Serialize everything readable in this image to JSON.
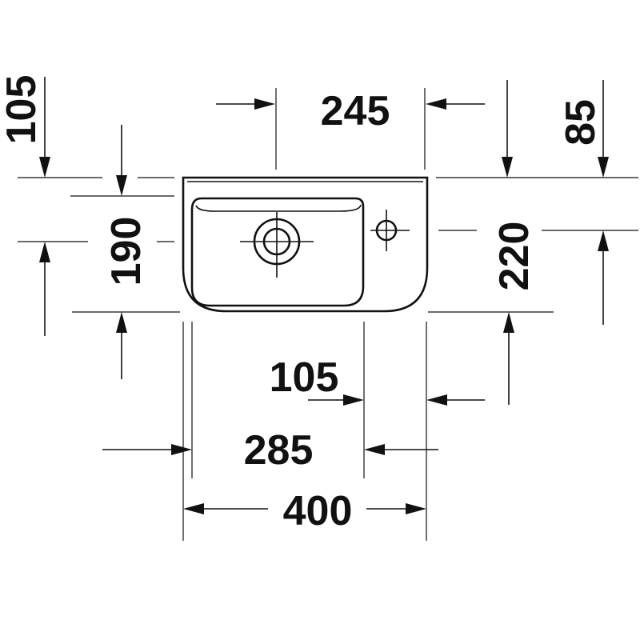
{
  "dimensions": {
    "width_total": "400",
    "width_basin": "245",
    "offset_285": "285",
    "offset_105_bottom": "105",
    "left_105": "105",
    "left_190": "190",
    "right_85": "85",
    "right_220": "220"
  }
}
